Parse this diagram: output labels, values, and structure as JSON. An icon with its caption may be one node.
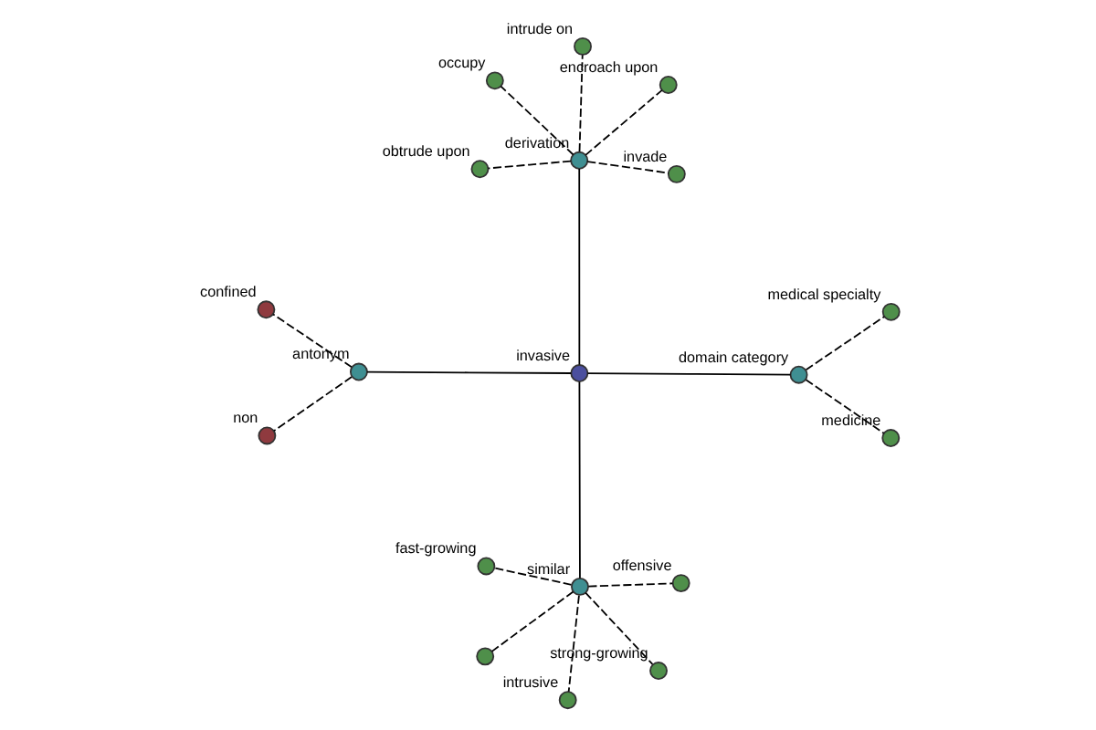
{
  "diagram": {
    "nodes": [
      {
        "text": [
          "invasive"
        ]
      },
      {
        "text": [
          "similar"
        ]
      },
      {
        "text": [
          "strong-growing"
        ]
      },
      {
        "text": [],
        "shape": "circle"
      },
      {
        "text": [
          "fast-growing"
        ]
      },
      {
        "text": [
          "intrusive"
        ]
      },
      {
        "text": [
          "offensive"
        ]
      },
      {
        "text": [
          "antonym"
        ]
      },
      {
        "text": [
          "confined"
        ]
      },
      {
        "text": [
          "non"
        ]
      },
      {
        "text": [
          "domain category"
        ]
      },
      {
        "text": [
          "medical specialty"
        ]
      },
      {
        "text": [
          "medicine"
        ]
      },
      {
        "text": [
          "derivation"
        ]
      },
      {
        "text": [
          "invade"
        ]
      },
      {
        "text": [
          "occupy"
        ]
      },
      {
        "text": [
          "intrude on"
        ]
      },
      {
        "text": [
          "obtrude upon"
        ]
      },
      {
        "text": [
          "encroach upon"
        ]
      }
    ],
    "edges": [
      {
        "from": 0,
        "to": 1,
        "arrow": "none"
      },
      {
        "from": 1,
        "to": 2,
        "arrow": "none",
        "style": "dashed"
      },
      {
        "from": 1,
        "to": 3,
        "arrow": "none",
        "style": "dashed"
      },
      {
        "from": 1,
        "to": 4,
        "arrow": "none",
        "style": "dashed"
      },
      {
        "from": 1,
        "to": 5,
        "arrow": "none",
        "style": "dashed"
      },
      {
        "from": 1,
        "to": 6,
        "arrow": "none",
        "style": "dashed"
      },
      {
        "from": 0,
        "to": 7,
        "arrow": "none"
      },
      {
        "from": 7,
        "to": 8,
        "arrow": "none",
        "style": "dashed"
      },
      {
        "from": 7,
        "to": 9,
        "arrow": "none",
        "style": "dashed"
      },
      {
        "from": 0,
        "to": 10,
        "arrow": "none"
      },
      {
        "from": 10,
        "to": 11,
        "arrow": "none",
        "style": "dashed"
      },
      {
        "from": 10,
        "to": 12,
        "arrow": "none",
        "style": "dashed"
      },
      {
        "from": 0,
        "to": 13,
        "arrow": "none"
      },
      {
        "from": 13,
        "to": 14,
        "arrow": "none",
        "style": "dashed"
      },
      {
        "from": 13,
        "to": 15,
        "arrow": "none",
        "style": "dashed"
      },
      {
        "from": 13,
        "to": 16,
        "arrow": "none",
        "style": "dashed"
      },
      {
        "from": 13,
        "to": 17,
        "arrow": "none",
        "style": "dashed"
      },
      {
        "from": 13,
        "to": 18,
        "arrow": "none",
        "style": "dashed"
      }
    ]
  }
}
